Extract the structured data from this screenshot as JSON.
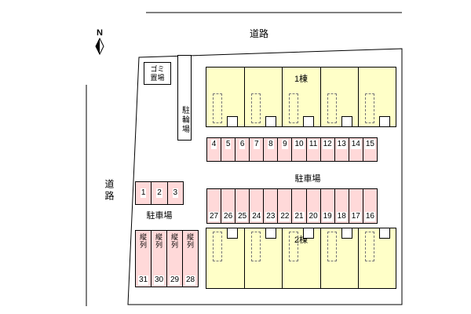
{
  "plan": {
    "north_label": "N",
    "road_top": "道路",
    "road_left": "道路",
    "garbage_label": "ゴミ置場",
    "bicycle_label": "駐輪場",
    "building1_label": "1棟",
    "building2_label": "2棟",
    "parking_main_label": "駐車場",
    "parking_left_label": "駐車場",
    "tandem_label": "縦列",
    "spaces_row1": [
      "4",
      "5",
      "6",
      "7",
      "8",
      "9",
      "10",
      "11",
      "12",
      "13",
      "14",
      "15"
    ],
    "spaces_row2": [
      "27",
      "26",
      "25",
      "24",
      "23",
      "22",
      "21",
      "20",
      "19",
      "18",
      "17",
      "16"
    ],
    "spaces_left": [
      "1",
      "2",
      "3"
    ],
    "spaces_tandem": [
      "31",
      "30",
      "29",
      "28"
    ],
    "colors": {
      "building_fill": "#ffffc8",
      "parking_fill": "#ffd9d9",
      "line": "#000000",
      "background": "#ffffff"
    }
  }
}
